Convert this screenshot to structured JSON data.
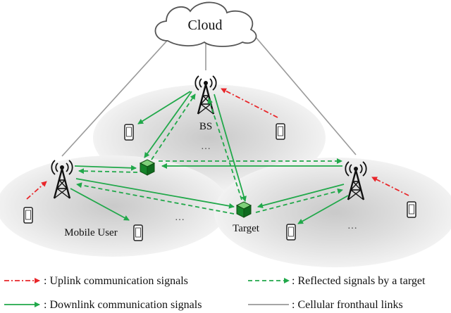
{
  "cloud": {
    "label": "Cloud"
  },
  "bs_label": "BS",
  "mobile_user_label": "Mobile User",
  "target_label": "Target",
  "ellipsis": "…",
  "legend": {
    "uplink": ": Uplink communication signals",
    "downlink": ": Downlink communication signals",
    "reflected": ": Reflected signals by a target",
    "fronthaul": ": Cellular fronthaul links"
  },
  "colors": {
    "uplink": "#e8262a",
    "downlink": "#21a84a",
    "reflected": "#21a84a",
    "fronthaul": "#9a9a9a",
    "cell": "#e0e0e0"
  },
  "icons": [
    "cloud-icon",
    "bs-tower-icon",
    "mobile-phone-icon",
    "target-cube-icon"
  ]
}
